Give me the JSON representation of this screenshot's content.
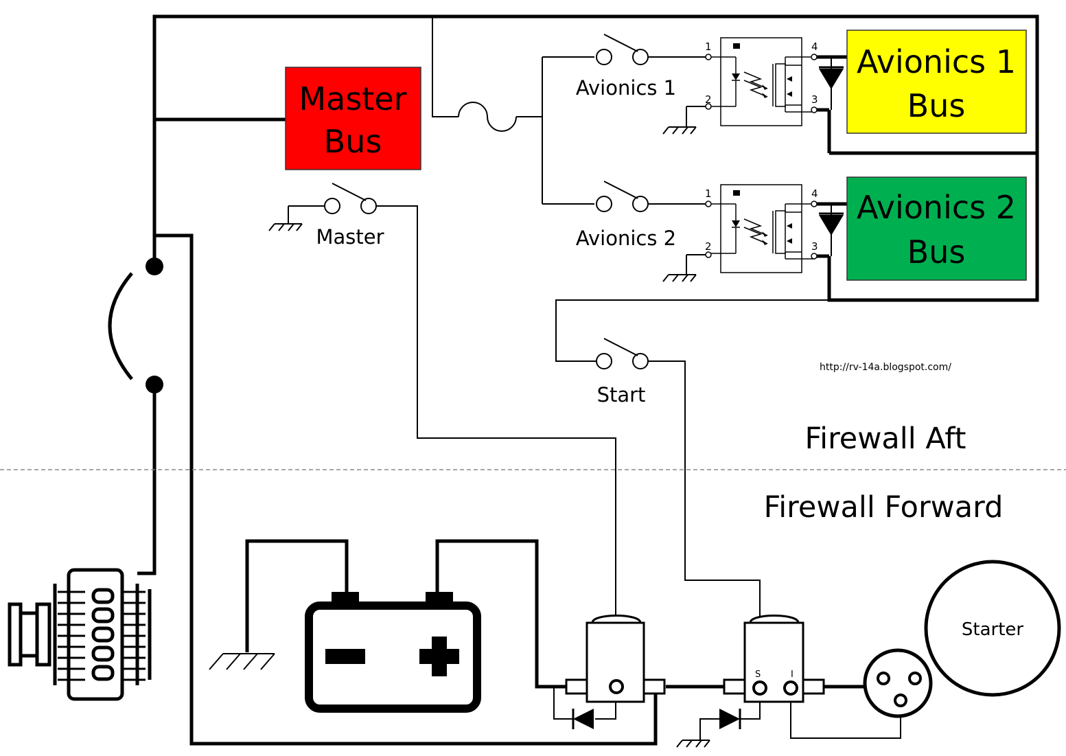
{
  "buses": {
    "master": {
      "line1": "Master",
      "line2": "Bus",
      "color": "#ff0000"
    },
    "avionics1": {
      "line1": "Avionics 1",
      "line2": "Bus",
      "color": "#ffff00"
    },
    "avionics2": {
      "line1": "Avionics 2",
      "line2": "Bus",
      "color": "#00b050"
    }
  },
  "switches": {
    "master": "Master",
    "avionics1": "Avionics 1",
    "avionics2": "Avionics 2",
    "start": "Start"
  },
  "relay_pins": {
    "p1": "1",
    "p2": "2",
    "p3": "3",
    "p4": "4"
  },
  "starter_solenoid_terminals": {
    "s": "S",
    "i": "I"
  },
  "labels": {
    "starter": "Starter",
    "firewall_aft": "Firewall Aft",
    "firewall_forward": "Firewall Forward",
    "url": "http://rv-14a.blogspot.com/"
  },
  "icons": [
    "alternator-icon",
    "battery-icon",
    "ground-icon",
    "diode-icon",
    "fuse-icon",
    "circuit-breaker-icon",
    "solid-state-relay-icon",
    "contactor-icon"
  ]
}
